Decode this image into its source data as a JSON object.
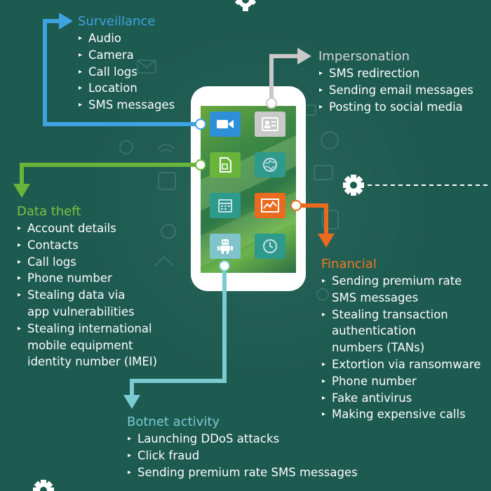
{
  "colors": {
    "background": "#1d5a50",
    "surveillance": "#3ea3e0",
    "impersonation": "#d6d6d6",
    "data_theft": "#7cc244",
    "financial": "#f07a22",
    "botnet": "#7ccbd3"
  },
  "bullet_glyph": "▸",
  "groups": {
    "surveillance": {
      "title": "Surveillance",
      "items": [
        "Audio",
        "Camera",
        "Call logs",
        "Location",
        "SMS messages"
      ]
    },
    "impersonation": {
      "title": "Impersonation",
      "items": [
        "SMS redirection",
        "Sending email messages",
        "Posting to social media"
      ]
    },
    "data_theft": {
      "title": "Data theft",
      "items": [
        "Account details",
        "Contacts",
        "Call logs",
        "Phone number",
        "Stealing data via\napp vulnerabilities",
        "Stealing international\nmobile equipment\nidentity number (IMEI)"
      ]
    },
    "financial": {
      "title": "Financial",
      "items": [
        "Sending premium rate\nSMS messages",
        "Stealing transaction\nauthentication\nnumbers (TANs)",
        "Extortion via ransomware",
        "Phone number",
        "Fake antivirus",
        "Making expensive calls"
      ]
    },
    "botnet": {
      "title": "Botnet activity",
      "items": [
        "Launching DDoS attacks",
        "Click fraud",
        "Sending premium rate SMS messages"
      ]
    }
  },
  "phone_apps": [
    {
      "icon": "video-camera-icon"
    },
    {
      "icon": "contact-card-icon"
    },
    {
      "icon": "document-icon"
    },
    {
      "icon": "globe-icon"
    },
    {
      "icon": "calendar-icon"
    },
    {
      "icon": "chart-icon"
    },
    {
      "icon": "robot-icon"
    },
    {
      "icon": "clock-icon"
    }
  ]
}
